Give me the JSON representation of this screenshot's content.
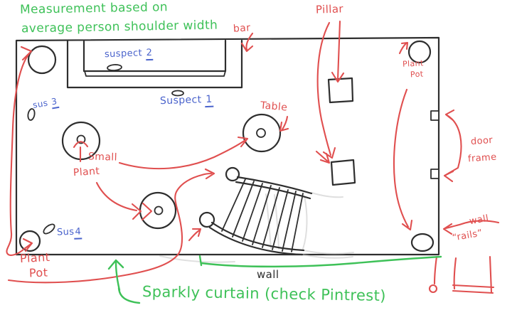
{
  "colors": {
    "red": "#e04f4f",
    "green": "#3ec158",
    "blue": "#4a63cc",
    "ink": "#2e2e2e",
    "ghost": "#c4c4c4",
    "paper": "#ffffff"
  },
  "notes": {
    "measurement_line1": "Measurement based on",
    "measurement_line2": "average person shoulder width",
    "sparkly_curtain": "Sparkly curtain (check Pintrest)",
    "wall": "wall"
  },
  "labels": {
    "bar": "bar",
    "pillar": "Pillar",
    "table": "Table",
    "small_plant_1": "Small",
    "small_plant_2": "Plant",
    "plant_pot_tr_1": "Plant",
    "plant_pot_tr_2": "Pot",
    "plant_pot_bl_1": "Plant",
    "plant_pot_bl_2": "Pot",
    "door_frame_1": "door",
    "door_frame_2": "frame",
    "wall_rails_1": "wall",
    "wall_rails_2": "“rails”"
  },
  "suspects": {
    "s1": {
      "name": "Suspect",
      "number": "1"
    },
    "s2": {
      "name": "suspect",
      "number": "2"
    },
    "s3": {
      "name": "sus",
      "number": "3"
    },
    "s4": {
      "name": "Sus",
      "number": "4"
    }
  }
}
